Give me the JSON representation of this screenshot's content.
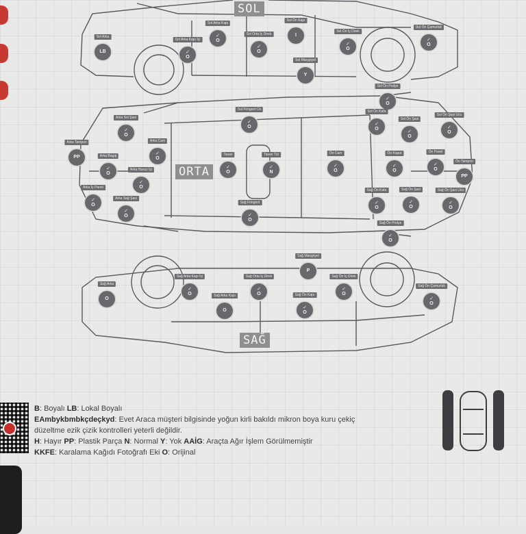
{
  "sections": {
    "left": "SOL",
    "top": "ORTA",
    "right": "SAĞ"
  },
  "parts": [
    {
      "label": "Sol Arka",
      "code": "LB",
      "check": false
    },
    {
      "label": "Sol Arka Kapı İçi",
      "code": "O",
      "check": true
    },
    {
      "label": "Sol Arka Kapı",
      "code": "O",
      "check": true
    },
    {
      "label": "Sol Orta İç Direk",
      "code": "O",
      "check": true
    },
    {
      "label": "Sol Ön Kapı",
      "code": "I",
      "check": false
    },
    {
      "label": "Sol Ön İç Direk",
      "code": "O",
      "check": true
    },
    {
      "label": "Sol Ön Çamurluk",
      "code": "O",
      "check": true
    },
    {
      "label": "Sol Marşpiyel",
      "code": "Y",
      "check": false
    },
    {
      "label": "Sol Ön Podye",
      "code": "O",
      "check": true
    },
    {
      "label": "Sol Fringent Üs",
      "code": "O",
      "check": true
    },
    {
      "label": "Sol Ön Kafa",
      "code": "O",
      "check": true
    },
    {
      "label": "Sol Ön Şasi",
      "code": "O",
      "check": true
    },
    {
      "label": "Sol Ön Şasi Ucu",
      "code": "O",
      "check": true
    },
    {
      "label": "Arka Sol Şasi",
      "code": "O",
      "check": true
    },
    {
      "label": "Arka Tampon",
      "code": "PP",
      "check": false
    },
    {
      "label": "Arka Cam",
      "code": "O",
      "check": true
    },
    {
      "label": "Tavan",
      "code": "O",
      "check": true
    },
    {
      "label": "Tavan Tül",
      "code": "N",
      "check": true
    },
    {
      "label": "Ön Cam",
      "code": "O",
      "check": true
    },
    {
      "label": "Ön Kaput",
      "code": "O",
      "check": true
    },
    {
      "label": "Ön Panel",
      "code": "O",
      "check": true
    },
    {
      "label": "Ön Tampon",
      "code": "PP",
      "check": false
    },
    {
      "label": "Arka Bagaj",
      "code": "O",
      "check": true
    },
    {
      "label": "Arka Havuz İçi",
      "code": "O",
      "check": true
    },
    {
      "label": "Arka İç Panel",
      "code": "O",
      "check": true
    },
    {
      "label": "Arka Sağ Şasi",
      "code": "O",
      "check": true
    },
    {
      "label": "Sağ Fringent",
      "code": "O",
      "check": true
    },
    {
      "label": "Sağ Ön Kafa",
      "code": "O",
      "check": true
    },
    {
      "label": "Sağ Ön Şasi",
      "code": "O",
      "check": true
    },
    {
      "label": "Sağ Ön Şasi Ucu",
      "code": "O",
      "check": true
    },
    {
      "label": "Sağ Ön Podye",
      "code": "O",
      "check": true
    },
    {
      "label": "Sağ Marşpiyel",
      "code": "P",
      "check": false
    },
    {
      "label": "Sağ Arka",
      "code": "O",
      "check": false
    },
    {
      "label": "Sağ Arka Kapı İçi",
      "code": "O",
      "check": true
    },
    {
      "label": "Sağ Arka Kapı",
      "code": "O",
      "check": false
    },
    {
      "label": "Sağ Orta İç Direk",
      "code": "O",
      "check": true
    },
    {
      "label": "Sağ Ön Kapı",
      "code": "O",
      "check": true
    },
    {
      "label": "Sağ Ön İç Direk",
      "code": "O",
      "check": true
    },
    {
      "label": "Sağ Ön Çamurluk",
      "code": "O",
      "check": true
    }
  ],
  "legend": {
    "line1_key1": "B",
    "line1_val1": ": Boyalı ",
    "line1_key2": "LB",
    "line1_val2": ": Lokal Boyalı",
    "line2_key": "EAmbykbmbkçdeçkyd",
    "line2_val": ": Evet Araca müşteri bilgisinde yoğun kirli bakıldı mikron boya kuru çekiç",
    "line3": "düzeltme ezik çizik kontrolleri yeterli değildir.",
    "line4_key1": "H",
    "line4_val1": ": Hayır ",
    "line4_key2": "PP",
    "line4_val2": ": Plastik Parça ",
    "line4_key3": "N",
    "line4_val3": ": Normal ",
    "line4_key4": "Y",
    "line4_val4": ": Yok ",
    "line4_key5": "AAİG",
    "line4_val5": ": Araçta Ağır İşlem Görülmemiştir",
    "line5_key1": "KKFE",
    "line5_val1": ": Karalama Kağıdı Fotoğrafı Eki ",
    "line5_key2": "O",
    "line5_val2": ": Orijinal"
  },
  "colors": {
    "marker": "#66686b",
    "tag": "#6b6d70",
    "badge": "#c73a32"
  }
}
